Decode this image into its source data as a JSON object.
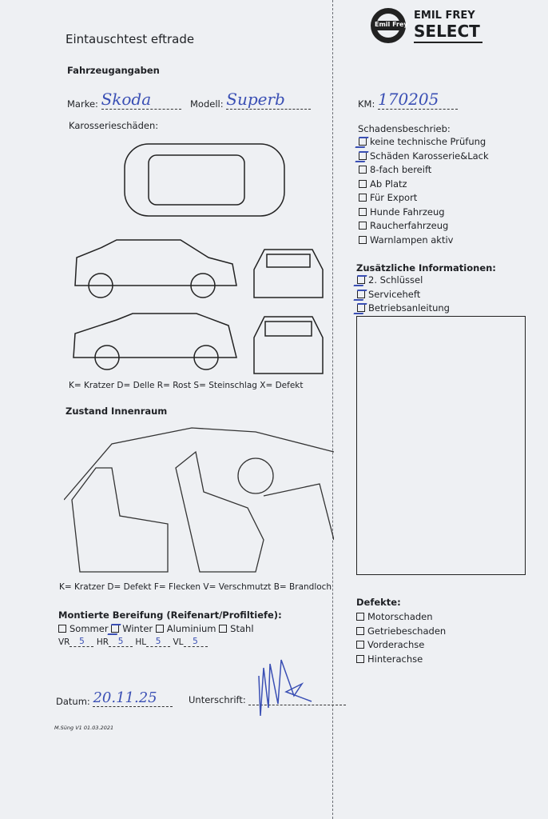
{
  "header": {
    "title": "Eintauschtest eftrade",
    "logo_text_top": "EMIL FREY",
    "logo_text_bottom": "SELECT",
    "logo_badge": "Emil Frey"
  },
  "vehicle": {
    "section": "Fahrzeugangaben",
    "brand_label": "Marke:",
    "brand_value": "Skoda",
    "model_label": "Modell:",
    "model_value": "Superb",
    "km_label": "KM:",
    "km_value": "170205"
  },
  "body_damage": {
    "section": "Karosserieschäden:",
    "legend": "K= Kratzer D= Delle R= Rost S= Steinschlag X= Defekt"
  },
  "interior": {
    "section": "Zustand Innenraum",
    "legend": "K= Kratzer D= Defekt F= Flecken V= Verschmutzt B= Brandloch"
  },
  "damage_description": {
    "section": "Schadensbeschrieb:",
    "items": [
      {
        "label": "keine technische Prüfung",
        "checked": true
      },
      {
        "label": "Schäden Karosserie&Lack",
        "checked": true
      },
      {
        "label": "8-fach bereift",
        "checked": false
      },
      {
        "label": "Ab Platz",
        "checked": false
      },
      {
        "label": "Für Export",
        "checked": false
      },
      {
        "label": "Hunde Fahrzeug",
        "checked": false
      },
      {
        "label": "Raucherfahrzeug",
        "checked": false
      },
      {
        "label": "Warnlampen aktiv",
        "checked": false
      }
    ]
  },
  "additional_info": {
    "section": "Zusätzliche Informationen:",
    "items": [
      {
        "label": "2. Schlüssel",
        "checked": true
      },
      {
        "label": "Serviceheft",
        "checked": true
      },
      {
        "label": "Betriebsanleitung",
        "checked": true
      }
    ]
  },
  "tires": {
    "section": "Montierte Bereifung (Reifenart/Profiltiefe):",
    "options": [
      {
        "label": "Sommer",
        "checked": false
      },
      {
        "label": "Winter",
        "checked": true
      },
      {
        "label": "Aluminium",
        "checked": false
      },
      {
        "label": "Stahl",
        "checked": false
      }
    ],
    "depths": [
      {
        "label": "VR",
        "value": "5"
      },
      {
        "label": "HR",
        "value": "5"
      },
      {
        "label": "HL",
        "value": "5"
      },
      {
        "label": "VL",
        "value": "5"
      }
    ]
  },
  "defects": {
    "section": "Defekte:",
    "items": [
      {
        "label": "Motorschaden",
        "checked": false
      },
      {
        "label": "Getriebeschaden",
        "checked": false
      },
      {
        "label": "Vorderachse",
        "checked": false
      },
      {
        "label": "Hinterachse",
        "checked": false
      }
    ]
  },
  "footer": {
    "date_label": "Datum:",
    "date_value": "20.11.25",
    "signature_label": "Unterschrift:",
    "version": "M.Süng V1 01.03.2021"
  }
}
